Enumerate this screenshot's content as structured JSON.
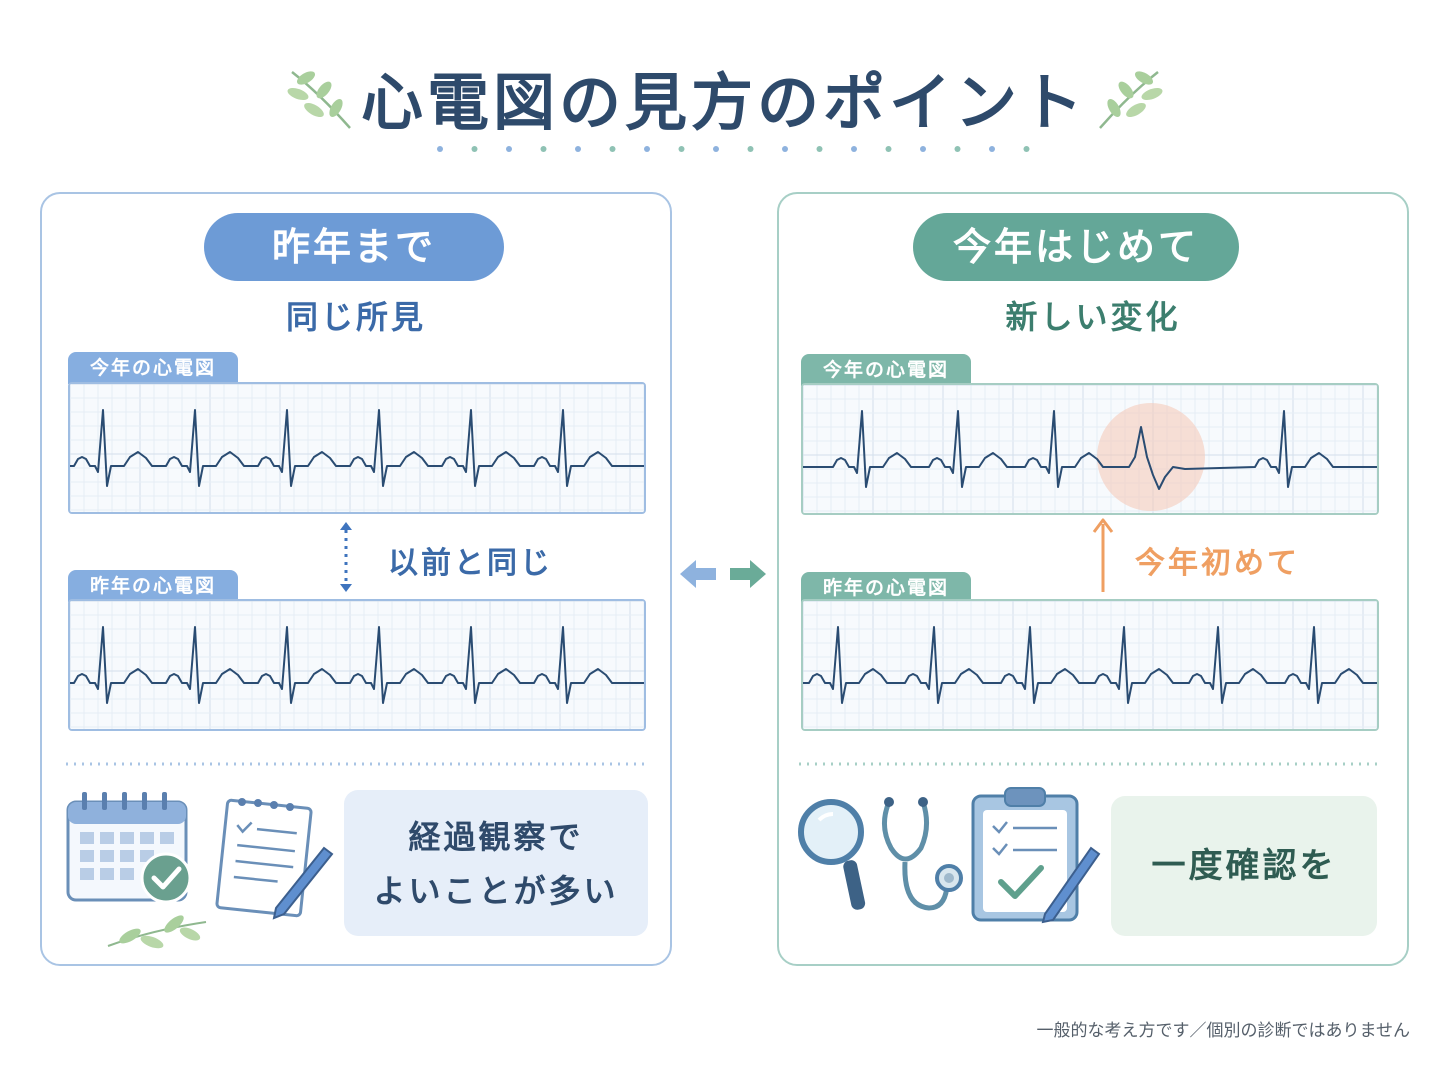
{
  "title": "心電図の見方のポイント",
  "left": {
    "pill": "昨年まで",
    "subtitle": "同じ所見",
    "top_ecg_label": "今年の心電図",
    "bottom_ecg_label": "昨年の心電図",
    "compare_text": "以前と同じ",
    "message_line1": "経過観察で",
    "message_line2": "よいことが多い"
  },
  "right": {
    "pill": "今年はじめて",
    "subtitle": "新しい変化",
    "top_ecg_label": "今年の心電図",
    "bottom_ecg_label": "昨年の心電図",
    "compare_text": "今年初めて",
    "message": "一度確認を"
  },
  "disclaimer": "一般的な考え方です／個別の診断ではありません",
  "colors": {
    "blue": "#6d9bd6",
    "green": "#64a798",
    "ecg_line": "#2a4c72",
    "highlight": "#f6c7b4",
    "arrow_orange": "#ef9f62"
  }
}
